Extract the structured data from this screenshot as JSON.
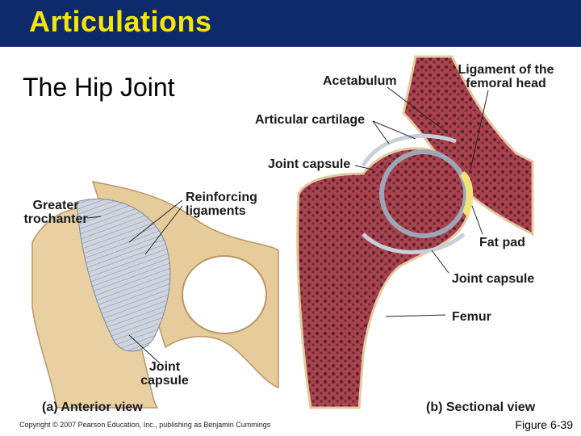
{
  "slide": {
    "title": "Articulations",
    "subtitle": "The Hip Joint",
    "figure_number": "Figure 6-39",
    "copyright": "Copyright © 2007 Pearson Education, Inc., publishing as Benjamin Cummings"
  },
  "anterior": {
    "caption": "(a) Anterior view",
    "labels": {
      "greater_trochanter": "Greater trochanter",
      "reinforcing_ligaments": "Reinforcing ligaments",
      "joint_capsule": "Joint capsule"
    }
  },
  "sectional": {
    "caption": "(b) Sectional view",
    "labels": {
      "acetabulum": "Acetabulum",
      "ligament_femoral_head": "Ligament of the femoral head",
      "articular_cartilage": "Articular cartilage",
      "joint_capsule_top": "Joint capsule",
      "fat_pad": "Fat pad",
      "joint_capsule_bottom": "Joint capsule",
      "femur": "Femur"
    }
  },
  "colors": {
    "header_bg": "#0f2a6b",
    "title": "#f5e60a",
    "bone": "#e8cf9f",
    "marrow": "#9c3d4a",
    "ligament": "#d8dde6"
  }
}
